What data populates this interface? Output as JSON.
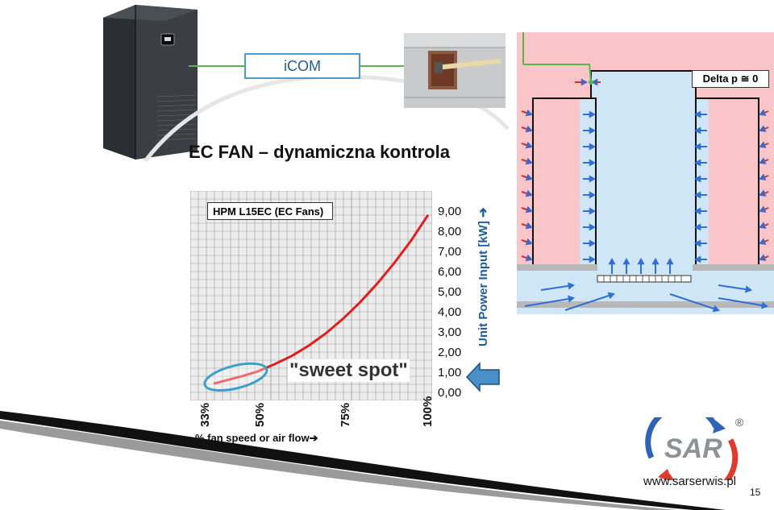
{
  "slide": {
    "icom_label": "iCOM",
    "title": "EC FAN – dynamiczna kontrola",
    "website": "www.sarserwis.pl",
    "slide_number": "15",
    "delta_label": "Delta p ≅ 0",
    "logo_text": "SAR",
    "logo_mark": "®"
  },
  "chart_data": {
    "type": "line",
    "title": "HPM L15EC (EC Fans)",
    "annotation": "\"sweet spot\"",
    "xlabel": "% fan speed or air flow➔",
    "ylabel": "Unit Power Input [kW] ➔",
    "x_tick_labels": [
      "33%",
      "50%",
      "75%",
      "100%"
    ],
    "y_tick_labels": [
      "9,00",
      "8,00",
      "7,00",
      "6,00",
      "5,00",
      "4,00",
      "3,00",
      "2,00",
      "1,00",
      "0,00"
    ],
    "ylim": [
      0,
      9
    ],
    "xlim": [
      33,
      100
    ],
    "grid": true,
    "series": [
      {
        "color": "#e02020",
        "x": [
          37,
          45,
          50,
          55,
          60,
          65,
          70,
          75,
          80,
          85,
          90,
          95,
          100
        ],
        "y": [
          0.5,
          0.85,
          1.1,
          1.45,
          1.85,
          2.35,
          2.95,
          3.65,
          4.45,
          5.35,
          6.35,
          7.45,
          8.7
        ]
      }
    ],
    "highlight_range": [
      37,
      50
    ]
  },
  "colors": {
    "accent": "#4a9bd0",
    "curve": "#e02020",
    "ellipse": "#3b9fc8",
    "pink_zone": "#f9c5c8",
    "blue_zone": "#cfe6f7"
  }
}
